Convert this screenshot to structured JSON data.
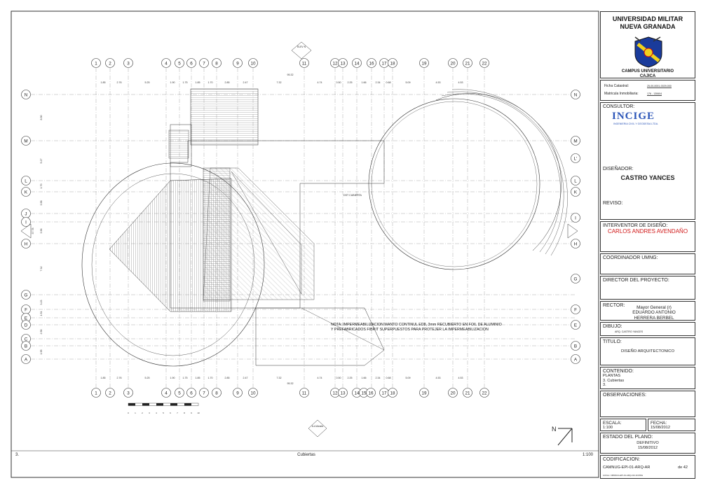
{
  "drawing": {
    "grid_top_labels": [
      "1",
      "2",
      "3",
      "4",
      "5",
      "6",
      "7",
      "8",
      "9",
      "10",
      "11",
      "12",
      "13",
      "14",
      "16",
      "17",
      "18",
      "19",
      "20",
      "21",
      "22"
    ],
    "grid_bottom_labels": [
      "1",
      "2",
      "3",
      "4",
      "5",
      "6",
      "7",
      "8",
      "9",
      "10",
      "11",
      "12",
      "13",
      "14",
      "15",
      "16",
      "17",
      "18",
      "19",
      "20",
      "21",
      "22"
    ],
    "grid_left_labels": [
      "N",
      "M",
      "L",
      "K",
      "J",
      "I",
      "H",
      "G",
      "F",
      "E",
      "D",
      "C",
      "B",
      "A"
    ],
    "grid_right_labels": [
      "N",
      "M",
      "L'",
      "L",
      "K",
      "I",
      "H",
      "G",
      "F",
      "E",
      "B",
      "A"
    ],
    "top_dims": [
      "1.85",
      "2.76",
      "5.25",
      "1.90",
      "1.75",
      "1.85",
      "1.70",
      "2.85",
      "2.47",
      "7.32",
      "4.74",
      "0.50",
      "2.25",
      "1.66",
      "2.34",
      "0.68",
      "5.09",
      "4.53",
      "4.53"
    ],
    "overall_dim": "95.32",
    "left_dims": [
      "8.90",
      "5.27",
      "1.70",
      "3.58",
      "3.96",
      "7.32",
      "3.23",
      "1.51",
      "2.56",
      "1.95"
    ],
    "left_total": "37.78",
    "cubierta_label": "DST\nCUBIERTA",
    "elevation_top": "ELEV N",
    "section_bottom": "A-A\nAlzado",
    "scale_bar_numbers": [
      "0",
      "1",
      "2",
      "3",
      "4",
      "5",
      "6",
      "7",
      "8",
      "9",
      "10"
    ],
    "footer_left": "3.",
    "footer_title": "Cubiertas",
    "footer_scale": "1:100",
    "north_label": "N",
    "note_line1": "NOTA:  IMPERMEABILIZACION MANTO CONTINUL ED8, 3mm RECUBIERTO EN FOIL DE ALUMINIO",
    "note_line2": "Y PREFABRICADOS FIBRIT SUPERPUESTOS PARA PROTEJER LA IMPERMEABILIZACION"
  },
  "title_block": {
    "university": "UNIVERSIDAD MILITAR\nNUEVA GRANADA",
    "campus": "CAMPUS UNIVERSITARIO\nCAJICA",
    "ficha_label": "Ficha Catastral:",
    "ficha_value": "25-00-0001-0029-000",
    "matricula_label": "Matricula Inmobiliaria:",
    "matricula_value": "176 - 130604",
    "consultor_label": "CONSULTOR:",
    "consultor_logo": "INCIGE",
    "consultor_sub": "INGENIERIA CIVIL Y GEODESIA LTDA.",
    "disenador_label": "DISEÑADOR:",
    "disenador_name": "CASTRO YANCES",
    "reviso_label": "REVISO:",
    "interventor_label": "INTERVENTOR DE DISEÑO:",
    "interventor_name": "CARLOS ANDRES AVENDAÑO",
    "coordinador_label": "COORDINADOR UMNG:",
    "director_label": "DIRECTOR DEL PROYECTO:",
    "rector_label": "RECTOR:",
    "rector_name": "Mayor General  (r)\nEDUARDO ANTONIO\nHERRERA BERBEL",
    "dibujo_label": "DIBUJO:",
    "dibujo_value": "ARQ. CASTRO YANCES",
    "titulo_label": "TITULO:",
    "titulo_value": "DISEÑO ARQUITECTONICO",
    "contenido_label": "CONTENIDO:",
    "contenido_value": "PLANTAS\n  3. Cubiertas",
    "contenido_num": "3.",
    "observaciones_label": "OBSERVACIONES:",
    "escala_label": "ESCALA:",
    "escala_value": "1:100",
    "fecha_label": "FECHA:",
    "fecha_value": "15/08/2012",
    "estado_label": "ESTADO DEL PLANO:",
    "estado_value": "DEFINITIVO\n15/08/2012",
    "codificacion_label": "CODIFICACION:",
    "codificacion_value": "CAMNUG-EPI-01-ARQ-AR",
    "sheet_of": "de  42",
    "archivo": "Archivo: CMNNUG-EPI-01-ARQ-133-10.DWG"
  }
}
